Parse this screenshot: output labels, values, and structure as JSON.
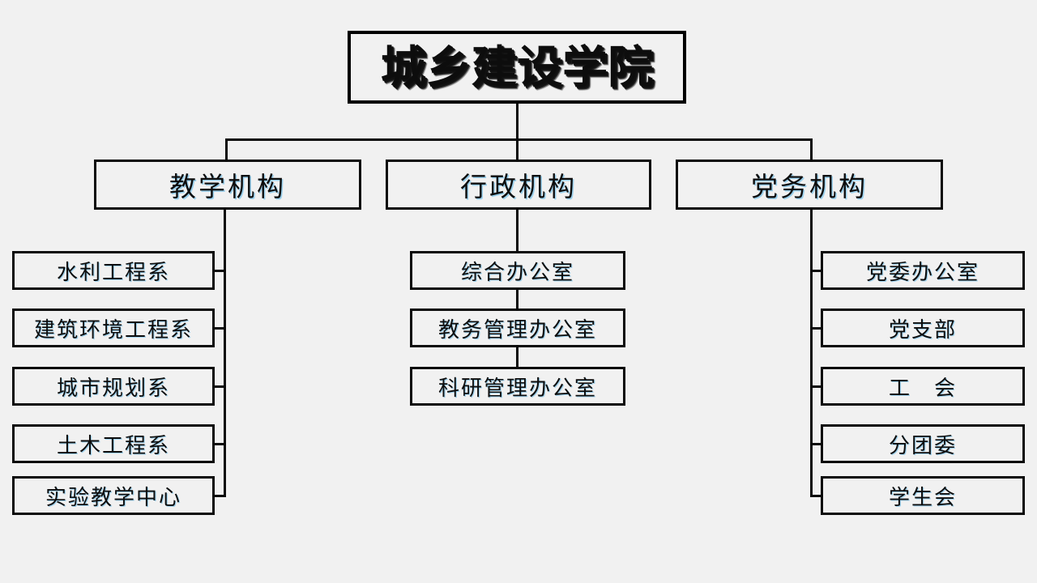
{
  "diagram": {
    "title": "城乡建设学院",
    "background_color": "#f1f1f1",
    "line_color": "#0a0a0a",
    "text_shadow_color": "#96cdeb",
    "branches": [
      {
        "id": "teaching",
        "label": "教学机构",
        "connector_side": "right",
        "children": [
          {
            "label": "水利工程系"
          },
          {
            "label": "建筑环境工程系"
          },
          {
            "label": "城市规划系"
          },
          {
            "label": "土木工程系"
          },
          {
            "label": "实验教学中心"
          }
        ]
      },
      {
        "id": "administrative",
        "label": "行政机构",
        "connector_side": "center",
        "children": [
          {
            "label": "综合办公室"
          },
          {
            "label": "教务管理办公室"
          },
          {
            "label": "科研管理办公室"
          }
        ]
      },
      {
        "id": "party",
        "label": "党务机构",
        "connector_side": "left",
        "children": [
          {
            "label": "党委办公室"
          },
          {
            "label": "党支部"
          },
          {
            "label": "工　会"
          },
          {
            "label": "分团委"
          },
          {
            "label": "学生会"
          }
        ]
      }
    ]
  }
}
